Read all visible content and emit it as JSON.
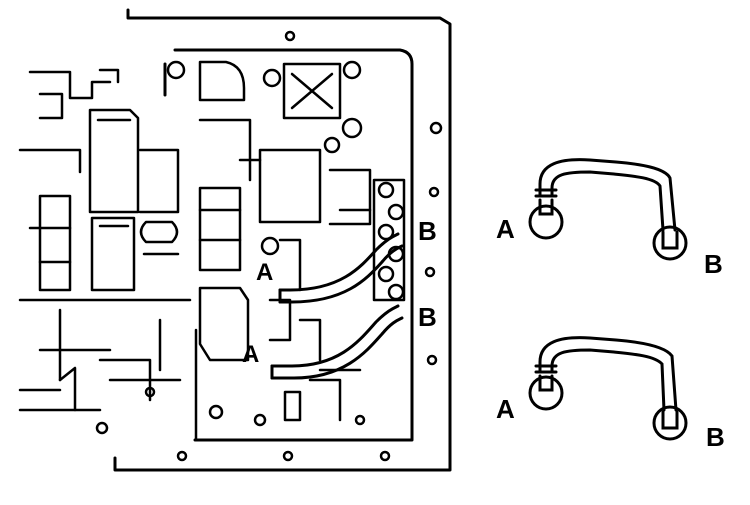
{
  "diagram": {
    "labels": {
      "tube_upper_end_a": "A",
      "tube_upper_end_b": "B",
      "tube_lower_end_a": "A",
      "tube_lower_end_b": "B",
      "detail_upper_end_a": "A",
      "detail_upper_end_b": "B",
      "detail_lower_end_a": "A",
      "detail_lower_end_b": "B"
    },
    "colors": {
      "line": "#000000",
      "background": "#ffffff"
    }
  }
}
